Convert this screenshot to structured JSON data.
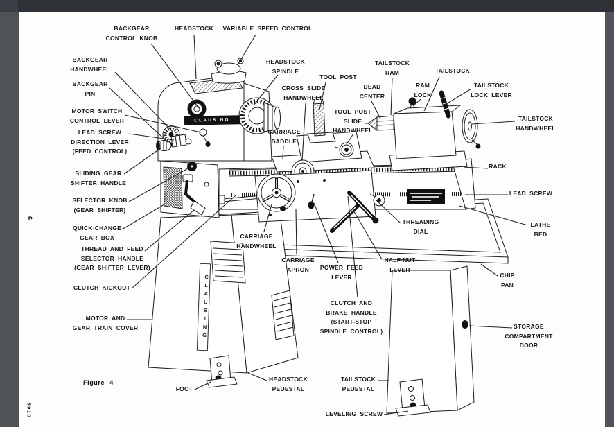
{
  "page": {
    "figure_caption": "Figure 4",
    "page_number": "6",
    "doc_number": "5910",
    "brand": "CLAUSING",
    "pedestal_brand": "CLAUSING"
  },
  "labels": {
    "backgear_control_knob": "BACKGEAR\nCONTROL KNOB",
    "headstock": "HEADSTOCK",
    "variable_speed_control": "VARIABLE SPEED CONTROL",
    "backgear_handwheel": "BACKGEAR\nHANDWHEEL",
    "backgear_pin": "BACKGEAR\nPIN",
    "motor_switch_control_lever": "MOTOR SWITCH\nCONTROL LEVER",
    "lead_screw_direction_lever": "LEAD SCREW\nDIRECTION LEVER\n(FEED CONTROL)",
    "sliding_gear_shifter_handle": "SLIDING GEAR\nSHIFTER HANDLE",
    "selector_knob": "SELECTOR KNOB\n(GEAR SHIFTER)",
    "quick_change_gear_box": "QUICK-CHANGE\nGEAR BOX",
    "thread_and_feed_selector_handle": "THREAD AND FEED\nSELECTOR HANDLE\n(GEAR SHIFTER LEVER)",
    "clutch_kickout": "CLUTCH KICKOUT",
    "motor_and_gear_train_cover": "MOTOR AND\nGEAR TRAIN COVER",
    "foot": "FOOT",
    "headstock_spindle": "HEADSTOCK\nSPINDLE",
    "cross_slide_handwheel": "CROSS SLIDE\nHANDWHEEL",
    "tool_post": "TOOL POST",
    "tool_post_slide_handwheel": "TOOL POST\nSLIDE\nHANDWHEEL",
    "carriage_saddle": "CARRIAGE\nSADDLE",
    "dead_center": "DEAD\nCENTER",
    "tailstock_ram": "TAILSTOCK\nRAM",
    "ram_lock": "RAM\nLOCK",
    "tailstock": "TAILSTOCK",
    "tailstock_lock_lever": "TAILSTOCK\nLOCK LEVER",
    "tailstock_handwheel": "TAILSTOCK\nHANDWHEEL",
    "rack": "RACK",
    "lead_screw": "LEAD SCREW",
    "lathe_bed": "LATHE\nBED",
    "chip_pan": "CHIP\nPAN",
    "threading_dial": "THREADING\nDIAL",
    "carriage_handwheel": "CARRIAGE\nHANDWHEEL",
    "carriage_apron": "CARRIAGE\nAPRON",
    "power_feed_lever": "POWER FEED\nLEVER",
    "half_nut_lever": "HALF-NUT\nLEVER",
    "clutch_and_brake_handle": "CLUTCH AND\nBRAKE HANDLE\n(START-STOP\nSPINDLE CONTROL)",
    "headstock_pedestal": "HEADSTOCK\nPEDESTAL",
    "tailstock_pedestal": "TAILSTOCK\nPEDESTAL",
    "leveling_screw": "LEVELING SCREW",
    "storage_compartment_door": "STORAGE\nCOMPARTMENT\nDOOR"
  }
}
